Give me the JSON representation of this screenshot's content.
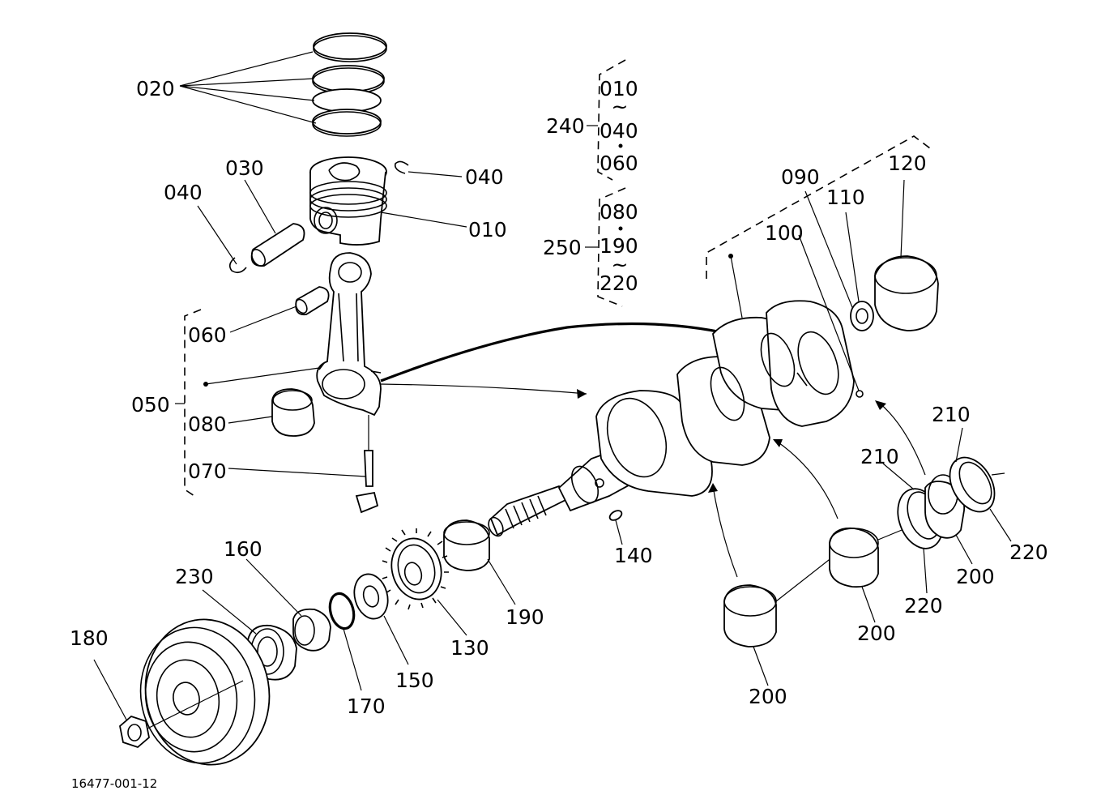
{
  "drawing_number": "16477-001-12",
  "labels": {
    "p020": "020",
    "p030": "030",
    "p040_left": "040",
    "p040_right": "040",
    "p010": "010",
    "p060": "060",
    "p050": "050",
    "p080": "080",
    "p070": "070",
    "p240": "240",
    "p250": "250",
    "g240_a": "010",
    "g240_b": "040",
    "g240_c": "060",
    "g250_a": "080",
    "g250_b": "190",
    "g250_c": "220",
    "p090": "090",
    "p100": "100",
    "p110": "110",
    "p120": "120",
    "p140": "140",
    "p190": "190",
    "p130": "130",
    "p150": "150",
    "p170": "170",
    "p160": "160",
    "p230": "230",
    "p180": "180",
    "p210_a": "210",
    "p210_b": "210",
    "p220_a": "220",
    "p220_b": "220",
    "p200_a": "200",
    "p200_b": "200",
    "p200_c": "200"
  }
}
